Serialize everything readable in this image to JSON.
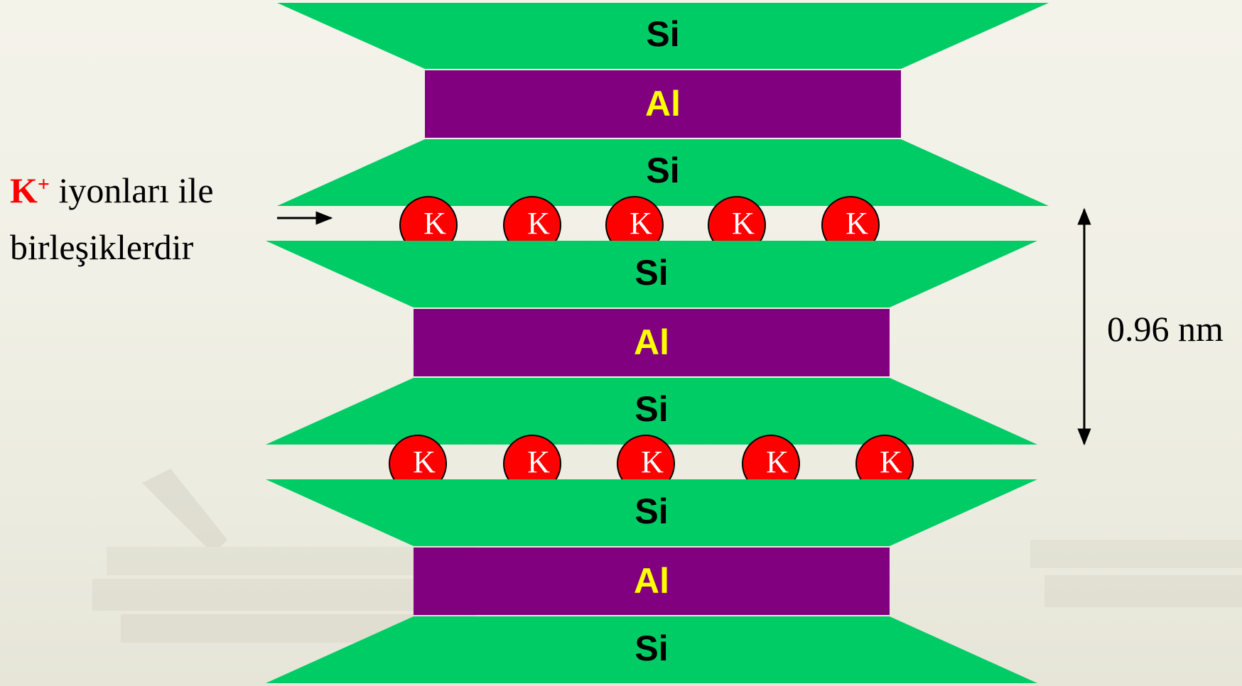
{
  "colors": {
    "silicon_layer": "#00cc66",
    "aluminum_layer": "#800080",
    "silicon_text": "#000000",
    "aluminum_text": "#ffff00",
    "ion_fill": "#ff0000",
    "ion_text": "#ffffff",
    "caption_accent": "#ff0000"
  },
  "labels": {
    "silicon": "Si",
    "aluminum": "Al",
    "ion": "K"
  },
  "caption": {
    "ion_symbol": "K",
    "ion_charge": "+",
    "line1_rest": " iyonları ile",
    "line2": "birleşiklerdir"
  },
  "measure": {
    "label": "0.96 nm"
  }
}
